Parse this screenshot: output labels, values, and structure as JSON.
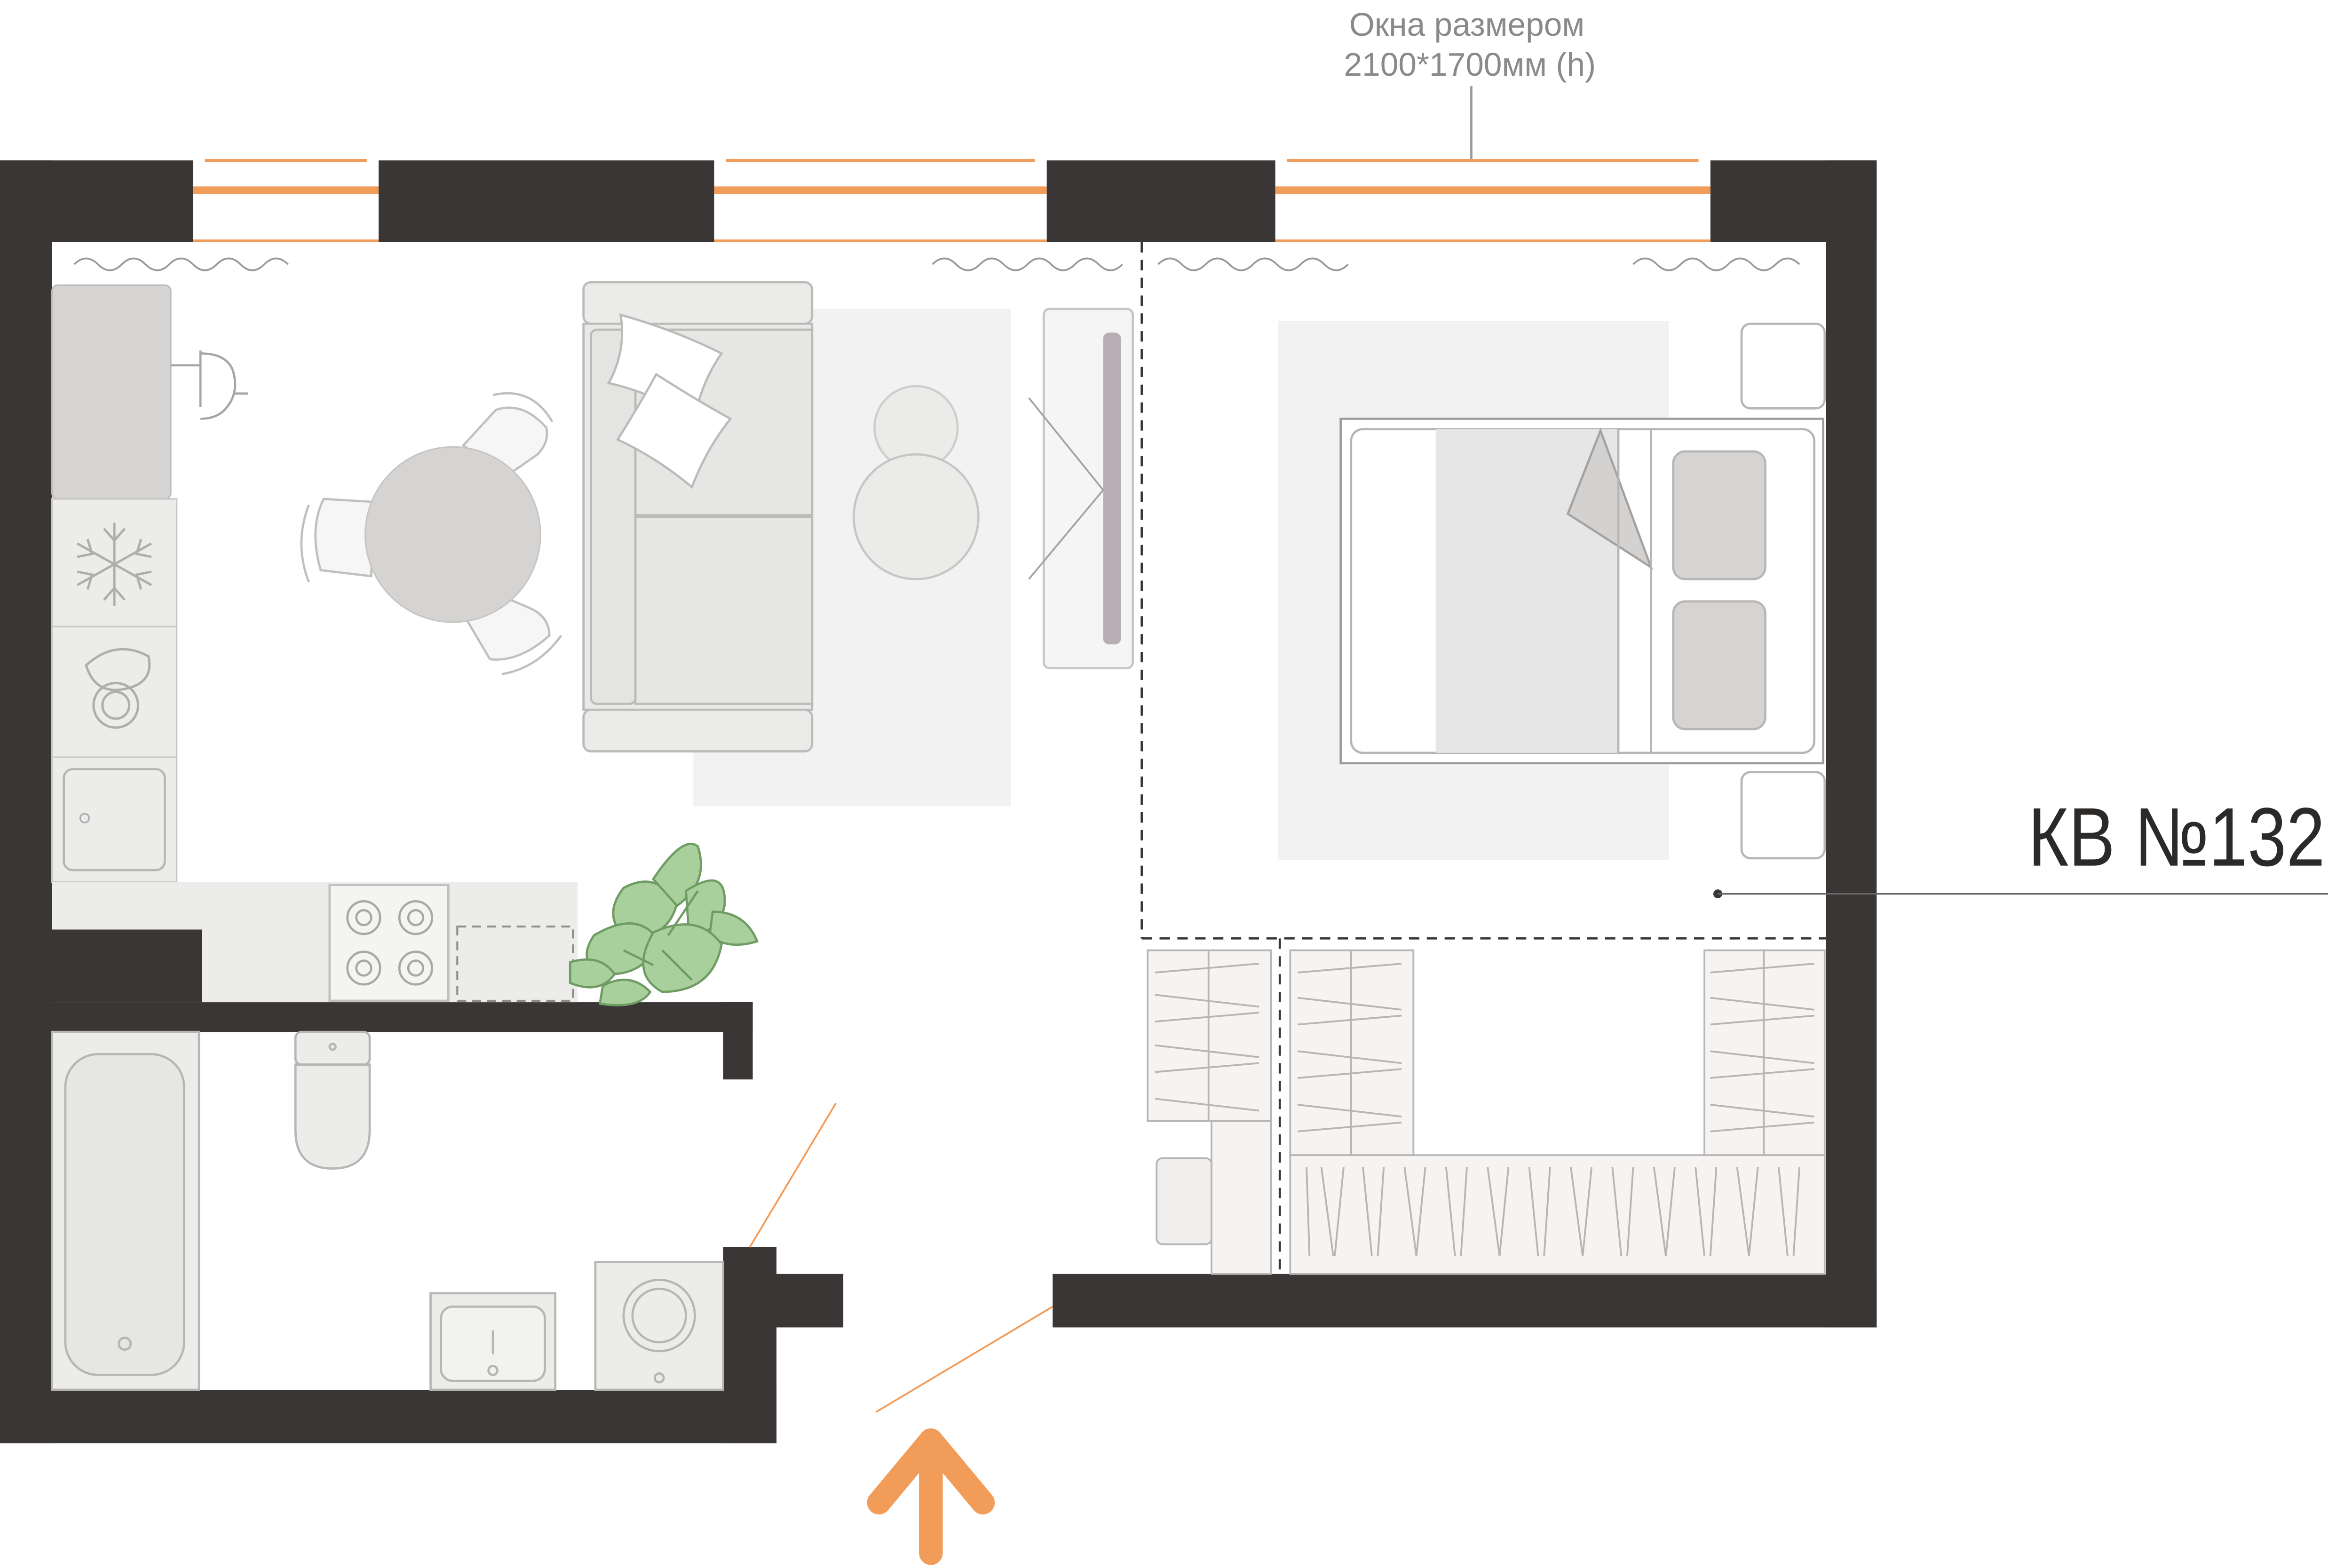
{
  "window_note": {
    "line1": "Окна размером",
    "line2": "2100*1700мм (h)"
  },
  "apartment_label": "КВ №132",
  "colors": {
    "wall": "#3a3635",
    "window_accent": "#f29c5a",
    "furniture_fill": "#ececeb",
    "furniture_stroke": "#b8b6b4",
    "rug": "#f2f2f2",
    "plant": "#a9cf9c",
    "tv": "#b9aeb4",
    "entry_arrow": "#f29c5a"
  },
  "icons": [
    "window-icon",
    "snowflake-icon",
    "washer-icon",
    "stove-icon",
    "plant-icon",
    "entry-arrow-icon",
    "toilet-icon",
    "bathtub-icon",
    "sink-icon"
  ]
}
